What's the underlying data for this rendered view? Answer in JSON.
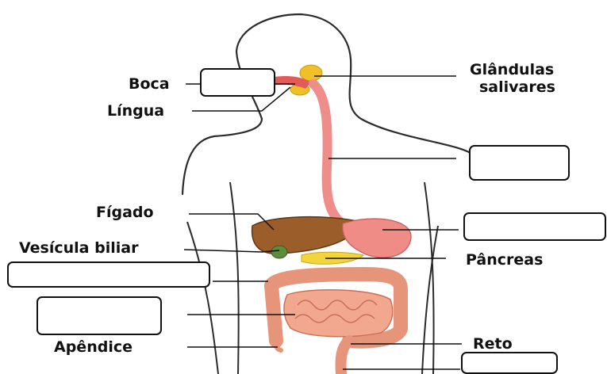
{
  "labels": {
    "boca": "Boca",
    "lingua": "Língua",
    "glandulas_line1": "Glândulas",
    "glandulas_line2": "salivares",
    "figado": "Fígado",
    "vesicula": "Vesícula biliar",
    "pancreas": "Pâncreas",
    "apendice": "Apêndice",
    "reto": "Reto"
  },
  "answer_boxes": [
    "",
    "",
    "",
    "",
    "",
    ""
  ],
  "colors": {
    "outline": "#2b2b2b",
    "esophagus": "#ef8d8a",
    "liver": "#9b5e2b",
    "stomach": "#f08c86",
    "pancreas": "#f2d43b",
    "salivary": "#f0c02a",
    "gallbladder": "#5f8c3a",
    "large_intestine": "#e7957a",
    "small_intestine": "#f2a88e",
    "leader_line": "#111111"
  }
}
